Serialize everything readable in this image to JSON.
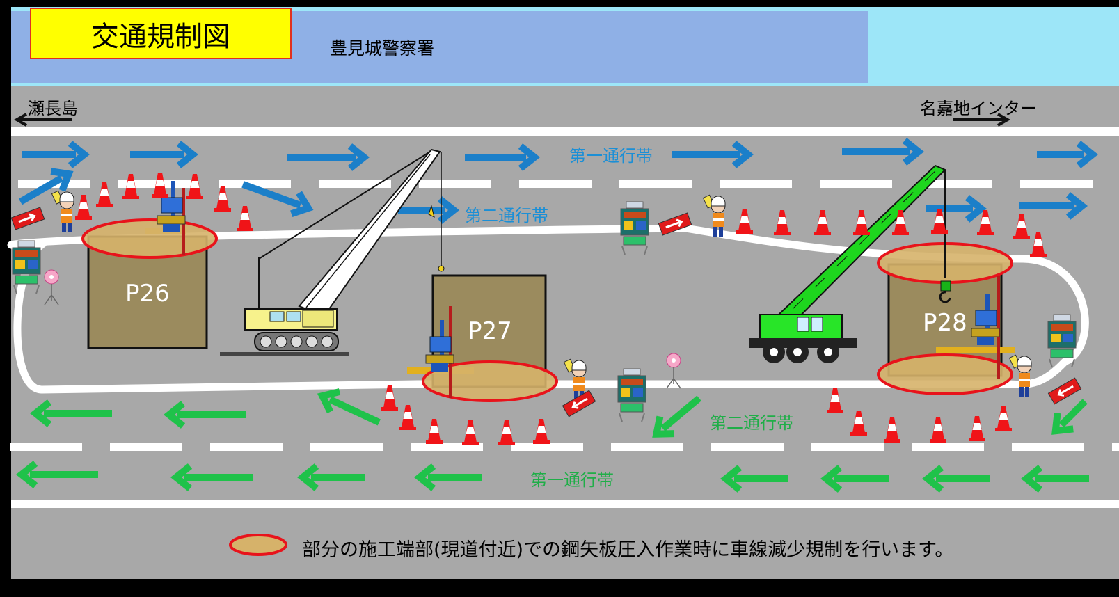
{
  "header": {
    "title": "交通規制図",
    "subtitle": "豊見城警察署"
  },
  "directions": {
    "left": "瀬長島",
    "right": "名嘉地インター"
  },
  "lanes": {
    "upper_first": "第一通行帯",
    "upper_second": "第二通行帯",
    "lower_second": "第二通行帯",
    "lower_first": "第一通行帯"
  },
  "piers": [
    "P26",
    "P27",
    "P28"
  ],
  "legend": {
    "text": "部分の施工端部(現道付近)での鋼矢板圧入作業時に車線減少規制を行います。"
  },
  "colors": {
    "background": "#000000",
    "header_band": "#8fb0e6",
    "header_right": "#9de6f8",
    "title_box": "#ffff00",
    "title_border": "#e0301e",
    "road": "#a8a8a8",
    "lane_line": "#ffffff",
    "upper_arrow": "#1b7fc9",
    "upper_lane_label": "#1b8fd6",
    "lower_arrow": "#1fc24a",
    "lower_lane_label": "#1fae48",
    "pier_fill": "#9b8b5e",
    "work_zone_fill": "#d6b26a",
    "work_zone_border": "#e8131b",
    "crane_left": "#f7f28c",
    "crane_right": "#28e528"
  },
  "icons": [
    "traffic-cone-icon",
    "flagman-icon",
    "arrow-board-icon",
    "sign-board-icon",
    "crane-icon",
    "pile-driver-icon",
    "direction-arrow-icon"
  ]
}
